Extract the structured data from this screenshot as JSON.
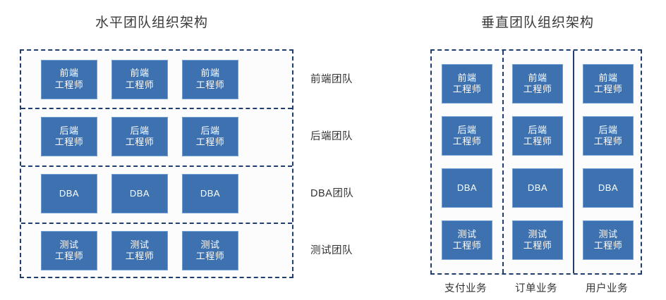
{
  "colors": {
    "box_fill": "#3d71b0",
    "box_border": "#6f9fd4",
    "dash_border": "#1f3d6e",
    "panel_bg": "#fcfcfc",
    "title_text": "#3a3a3a",
    "label_text": "#333333",
    "canvas_bg": "#ffffff"
  },
  "left": {
    "title": "水平团队组织架构",
    "rows": [
      {
        "label": "前端团队",
        "members": [
          {
            "line1": "前端",
            "line2": "工程师"
          },
          {
            "line1": "前端",
            "line2": "工程师"
          },
          {
            "line1": "前端",
            "line2": "工程师"
          }
        ]
      },
      {
        "label": "后端团队",
        "members": [
          {
            "line1": "后端",
            "line2": "工程师"
          },
          {
            "line1": "后端",
            "line2": "工程师"
          },
          {
            "line1": "后端",
            "line2": "工程师"
          }
        ]
      },
      {
        "label": "DBA团队",
        "members": [
          {
            "line1": "DBA",
            "line2": ""
          },
          {
            "line1": "DBA",
            "line2": ""
          },
          {
            "line1": "DBA",
            "line2": ""
          }
        ]
      },
      {
        "label": "测试团队",
        "members": [
          {
            "line1": "测试",
            "line2": "工程师"
          },
          {
            "line1": "测试",
            "line2": "工程师"
          },
          {
            "line1": "测试",
            "line2": "工程师"
          }
        ]
      }
    ]
  },
  "right": {
    "title": "垂直团队组织架构",
    "dividers": [
      "dashed",
      "solid"
    ],
    "columns": [
      {
        "label": "支付业务",
        "members": [
          {
            "line1": "前端",
            "line2": "工程师"
          },
          {
            "line1": "后端",
            "line2": "工程师"
          },
          {
            "line1": "DBA",
            "line2": ""
          },
          {
            "line1": "测试",
            "line2": "工程师"
          }
        ]
      },
      {
        "label": "订单业务",
        "members": [
          {
            "line1": "前端",
            "line2": "工程师"
          },
          {
            "line1": "后端",
            "line2": "工程师"
          },
          {
            "line1": "DBA",
            "line2": ""
          },
          {
            "line1": "测试",
            "line2": "工程师"
          }
        ]
      },
      {
        "label": "用户业务",
        "members": [
          {
            "line1": "前端",
            "line2": "工程师"
          },
          {
            "line1": "后端",
            "line2": "工程师"
          },
          {
            "line1": "DBA",
            "line2": ""
          },
          {
            "line1": "测试",
            "line2": "工程师"
          }
        ]
      }
    ]
  }
}
